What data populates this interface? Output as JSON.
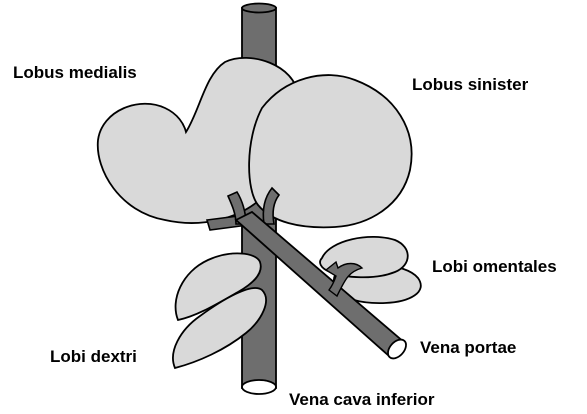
{
  "labels": {
    "lobus_medialis": "Lobus medialis",
    "lobus_sinister": "Lobus sinister",
    "lobi_omentales": "Lobi omentales",
    "lobi_dextri": "Lobi dextri",
    "vena_portae": "Vena portae",
    "vena_cava_inferior": "Vena cava inferior"
  },
  "colors": {
    "lobe_fill": "#d9d9d9",
    "vessel_fill": "#6e6e6e",
    "vessel_end": "#ffffff",
    "outline": "#000000"
  }
}
